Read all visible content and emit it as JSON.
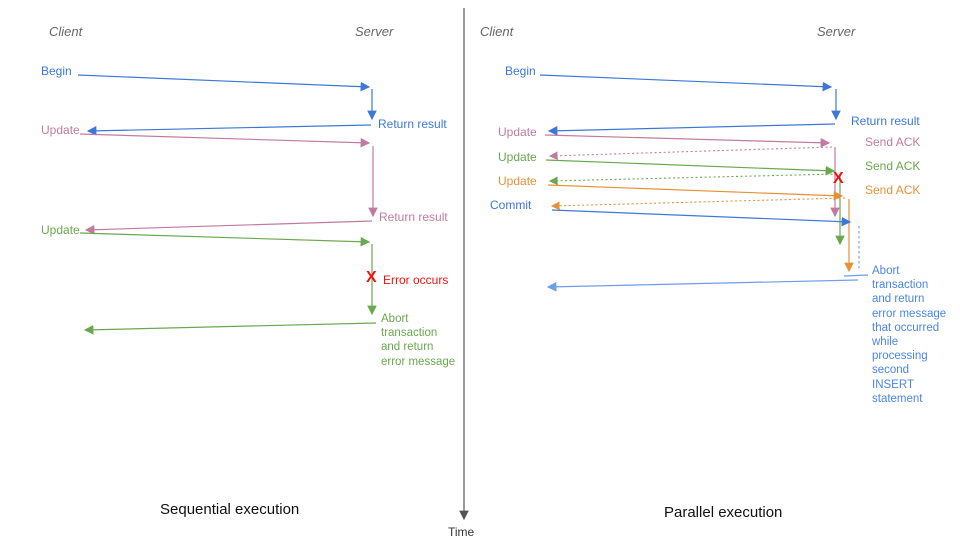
{
  "colors": {
    "blue": "#3c78d8",
    "light_blue": "#6d9eeb",
    "abort_text_blue": "#4a86e8",
    "pink": "#c27ba0",
    "green": "#6aa84f",
    "orange": "#e69138",
    "red": "#ee1111",
    "header_gray": "#666666",
    "axis_gray": "#555555"
  },
  "time_axis": {
    "label": "Time"
  },
  "left_panel": {
    "title": "Sequential execution",
    "client_label": "Client",
    "server_label": "Server",
    "begin_label": "Begin",
    "return_result_1_label": "Return result",
    "update_1_label": "Update",
    "return_result_2_label": "Return result",
    "update_2_label": "Update",
    "error_x": "X",
    "error_label": "Error occurs",
    "abort_label": "Abort\ntransaction\nand return\nerror message"
  },
  "right_panel": {
    "title": "Parallel execution",
    "client_label": "Client",
    "server_label": "Server",
    "begin_label": "Begin",
    "return_result_label": "Return result",
    "update_1_label": "Update",
    "send_ack_1_label": "Send ACK",
    "update_2_label": "Update",
    "send_ack_2_label": "Send ACK",
    "update_3_label": "Update",
    "send_ack_3_label": "Send ACK",
    "commit_label": "Commit",
    "error_x": "X",
    "abort_label": "Abort\ntransaction\nand return\nerror message\nthat occurred\nwhile\nprocessing\nsecond\nINSERT\nstatement"
  }
}
